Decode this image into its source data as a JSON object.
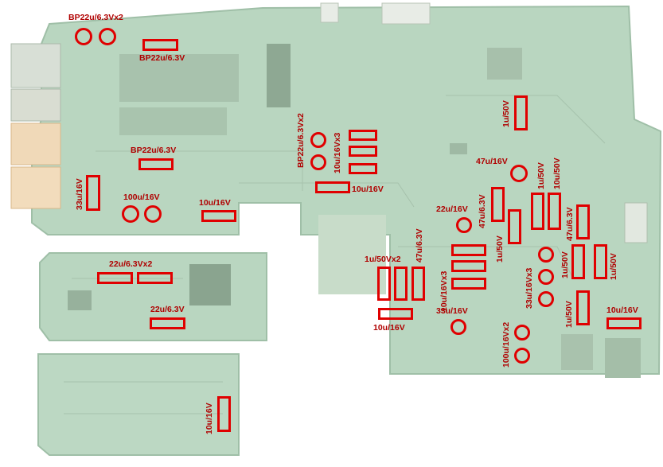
{
  "labels": {
    "l1": "BP22u/6.3Vx2",
    "l2": "BP22u/6.3V",
    "l3": "1u/50V",
    "l4": "BP22u/6.3Vx2",
    "l5": "10u/16Vx3",
    "l6": "BP22u/6.3V",
    "l7": "47u/16V",
    "l8": "33u/16V",
    "l9": "10u/16V",
    "l10": "100u/16V",
    "l11": "10u/16V",
    "l12": "1u/50V",
    "l13": "10u/50V",
    "l14": "22u/16V",
    "l15": "47u/6.3V",
    "l16": "47u/6.3V",
    "l17": "1u/50V",
    "l18": "1u/50Vx2",
    "l19": "10u/16Vx3",
    "l20": "47u/6.3V",
    "l21": "33u/16Vx3",
    "l22": "1u/50V",
    "l23": "1u/50V",
    "l24": "22u/6.3Vx2",
    "l25": "22u/6.3V",
    "l26": "33u/16V",
    "l27": "10u/16V",
    "l28": "100u/16Vx2",
    "l29": "1u/50V",
    "l30": "10u/16V",
    "l31": "10u/16V"
  },
  "colors": {
    "board": "#b7d3bd",
    "board_edge": "#9fbfa7",
    "trace": "#9cbaa2",
    "marker": "#e00000",
    "text": "#b00000"
  }
}
